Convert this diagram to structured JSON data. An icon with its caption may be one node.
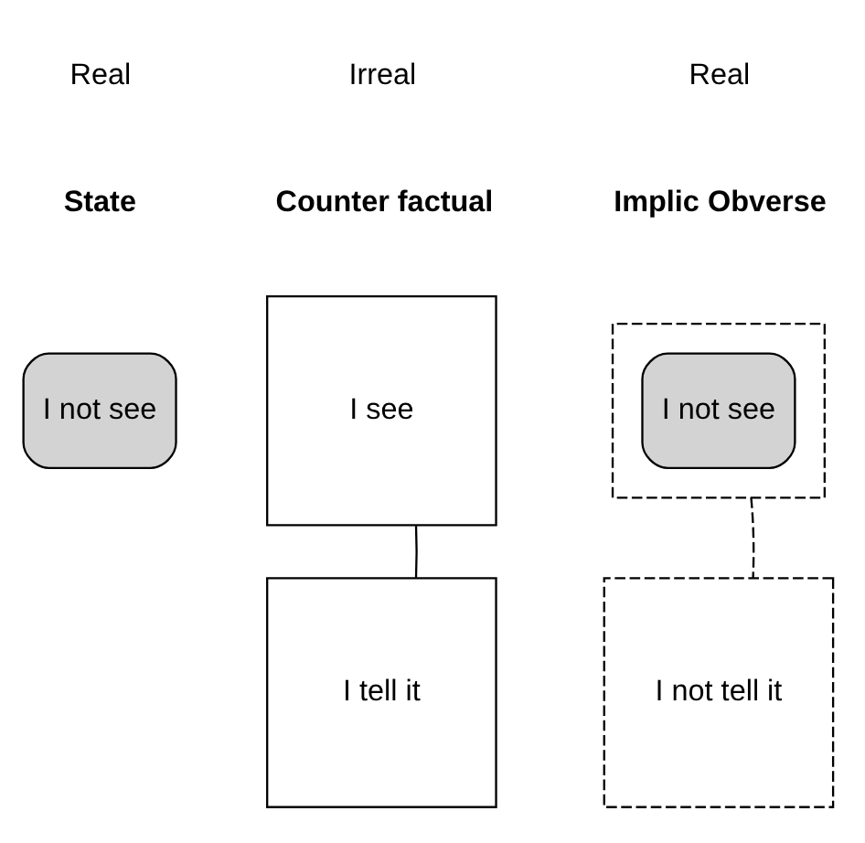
{
  "diagram": {
    "nodes": [
      {
        "text": [
          "I not see"
        ]
      },
      {
        "text": [
          "I see"
        ]
      },
      {
        "text": [
          "I tell it"
        ]
      },
      {
        "text": [],
        "shape": "box"
      },
      {
        "text": [
          "I not see"
        ],
        "in": 3
      },
      {
        "text": [
          "I not tell it"
        ]
      }
    ],
    "edges": [
      {
        "from": 1,
        "to": 2,
        "arrow": "none"
      },
      {
        "from": 3,
        "to": 5,
        "arrow": "none",
        "style": "dashed"
      }
    ],
    "labels": [
      "Real",
      "State",
      "Irreal",
      "Counter factual",
      "Real",
      "Implic Obverse"
    ]
  }
}
